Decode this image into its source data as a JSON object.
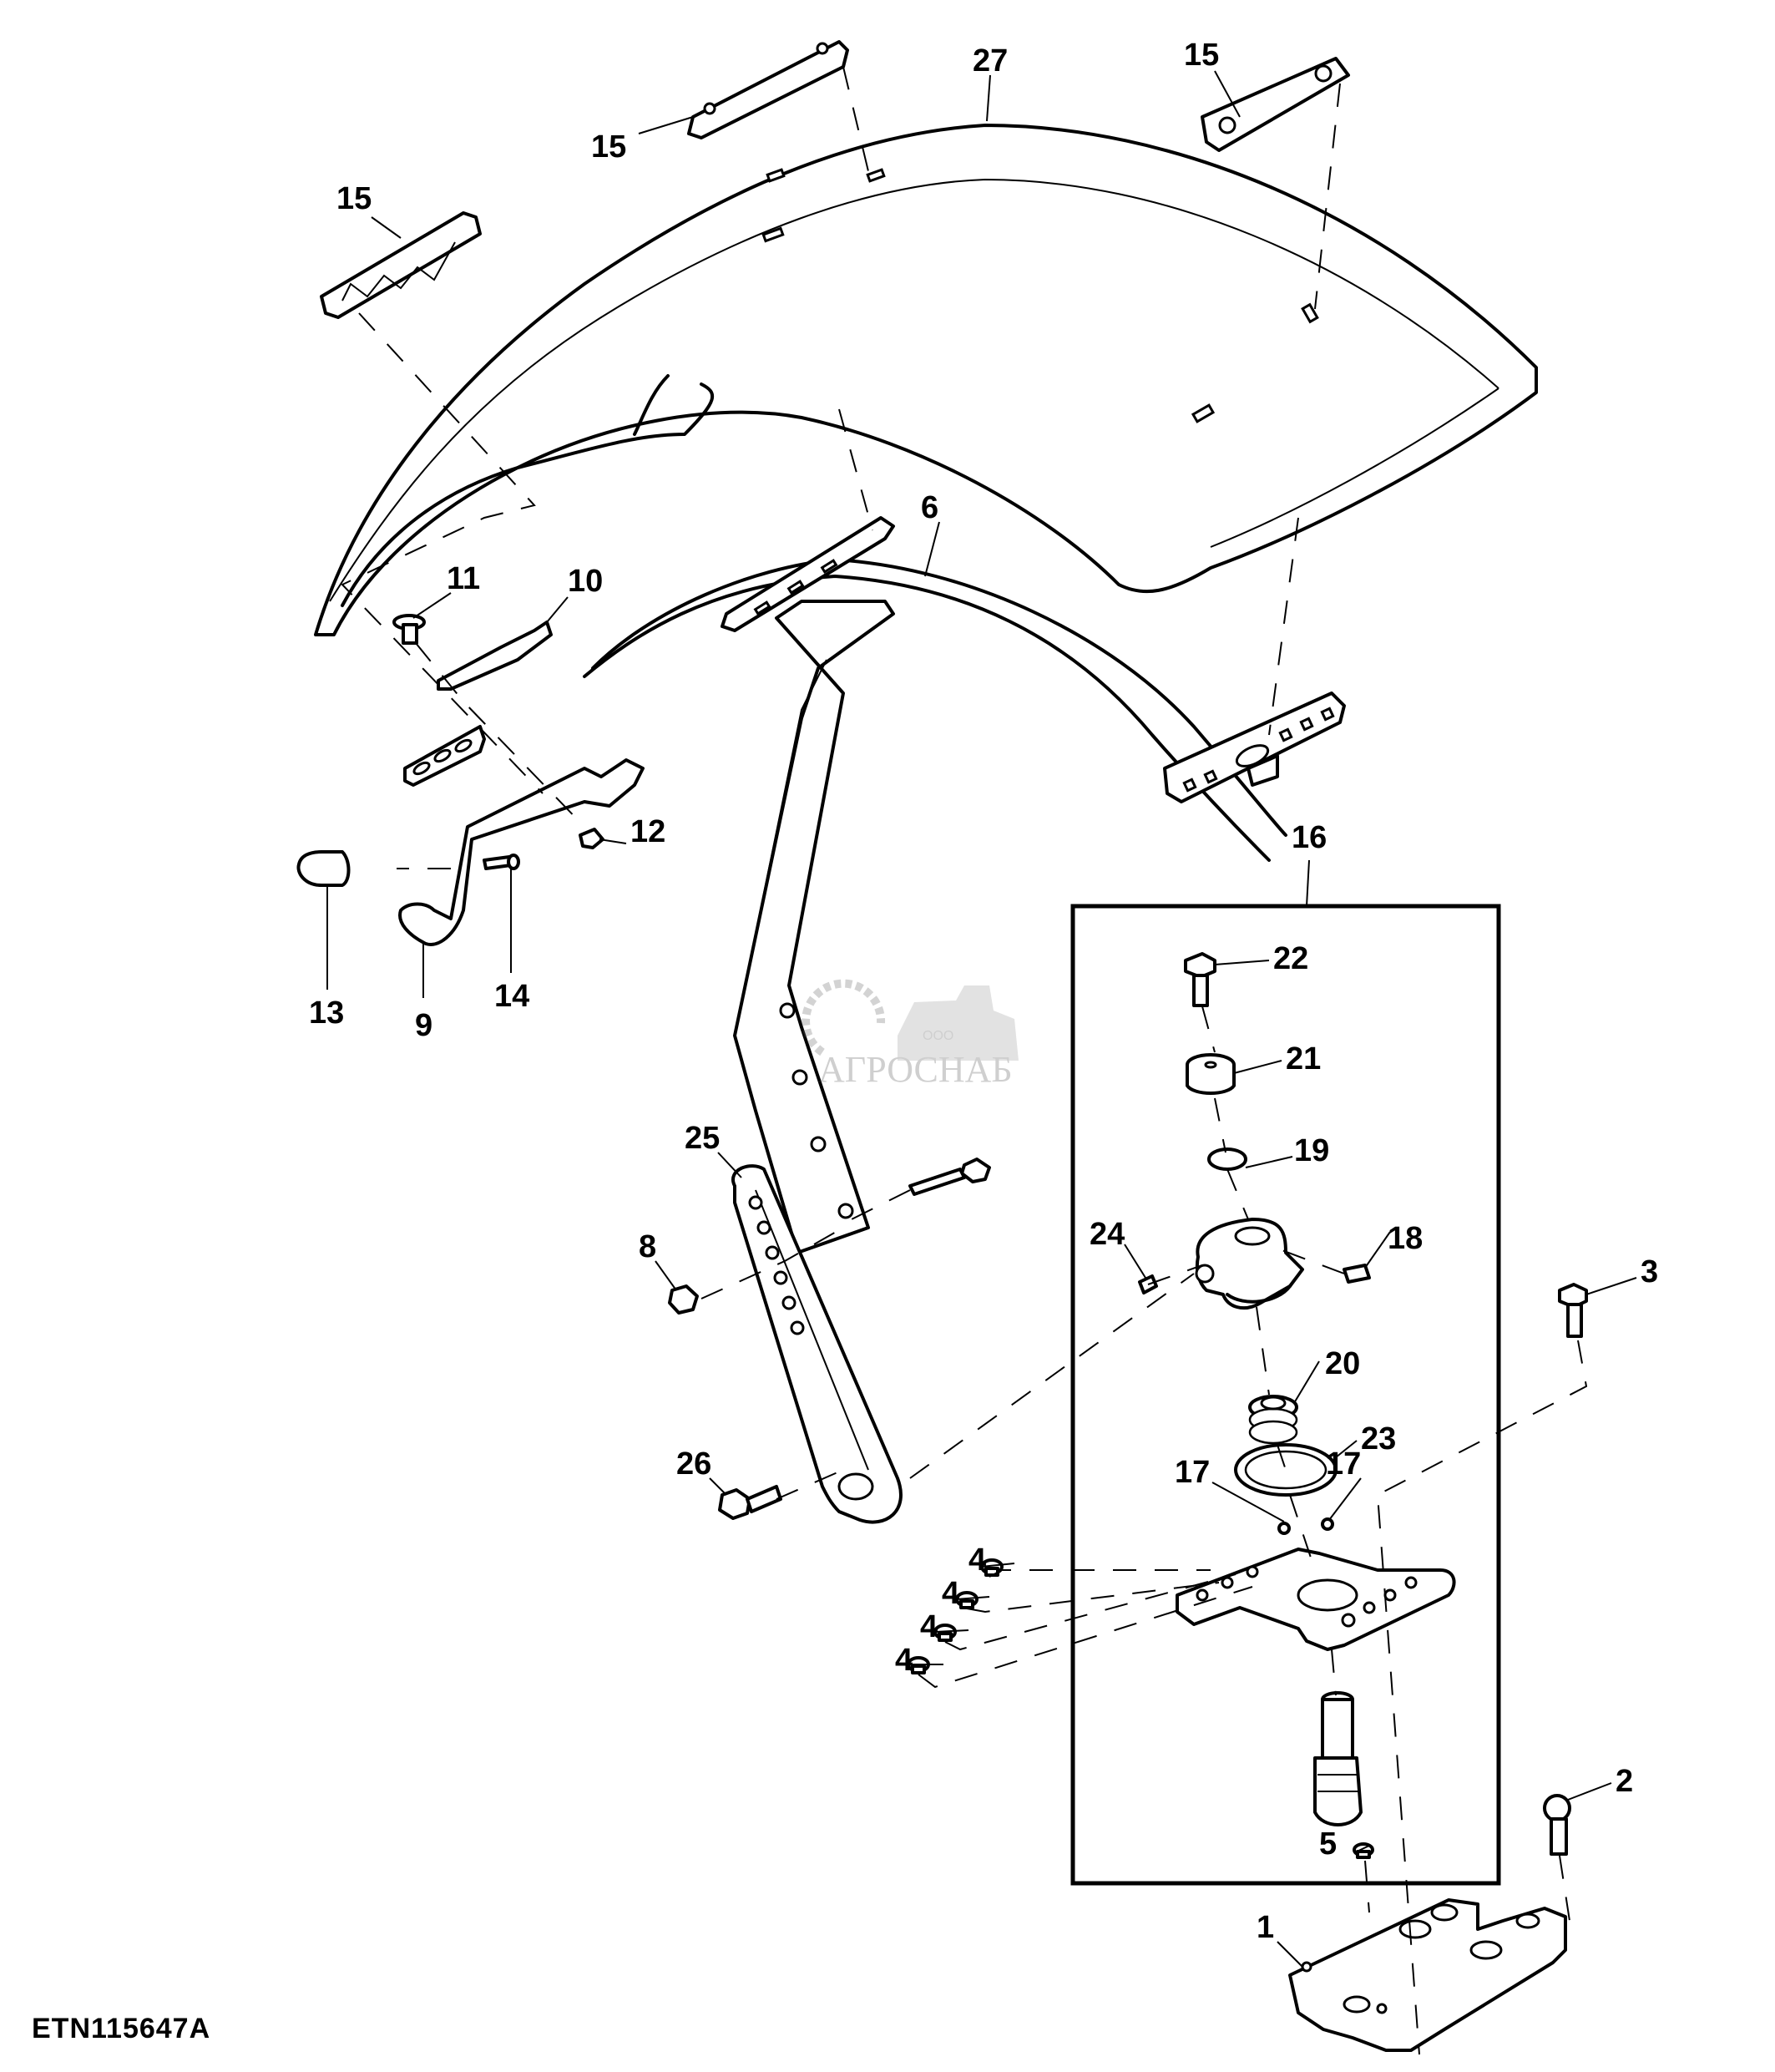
{
  "figure": {
    "id": "ETN115647A",
    "type": "exploded-parts-diagram"
  },
  "watermark": {
    "prefix": "ООО",
    "brand": "АГРОСНАБ"
  },
  "kit": {
    "label": "16",
    "contains": [
      "17",
      "18",
      "19",
      "20",
      "21",
      "22",
      "23",
      "24"
    ]
  },
  "callouts": {
    "c27": "27",
    "c15a": "15",
    "c15b": "15",
    "c15c": "15",
    "c6": "6",
    "c11": "11",
    "c10": "10",
    "c12": "12",
    "c13": "13",
    "c9": "9",
    "c14": "14",
    "c16": "16",
    "c22": "22",
    "c21": "21",
    "c19": "19",
    "c24": "24",
    "c18": "18",
    "c20": "20",
    "c23": "23",
    "c17a": "17",
    "c17b": "17",
    "c3": "3",
    "c25": "25",
    "c8": "8",
    "c26": "26",
    "c4a": "4",
    "c4b": "4",
    "c4c": "4",
    "c4d": "4",
    "c2": "2",
    "c5": "5",
    "c1": "1"
  }
}
